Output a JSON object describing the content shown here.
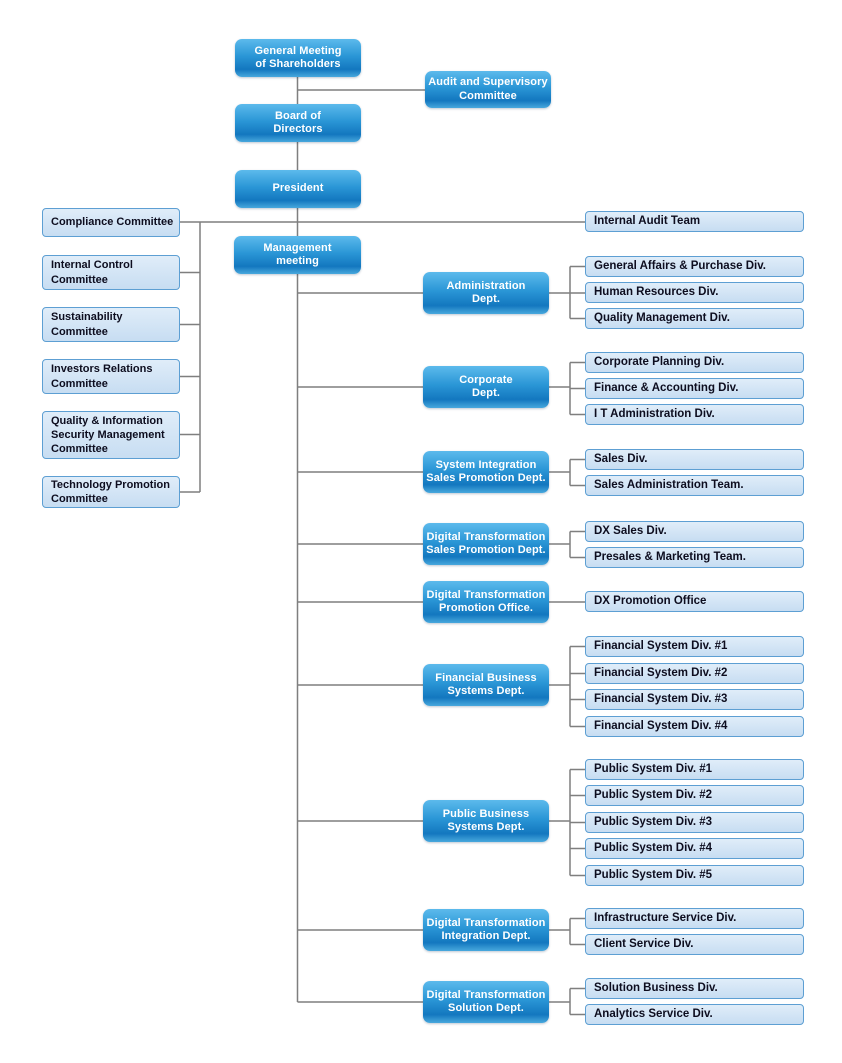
{
  "org": {
    "general_meeting": "General Meeting\nof Shareholders",
    "audit_supervisory_committee": "Audit and Supervisory\nCommittee",
    "board_of_directors": "Board of\nDirectors",
    "president": "President",
    "management_meeting": "Management\nmeeting",
    "internal_audit_team": "Internal Audit Team",
    "committees": [
      "Compliance Committee",
      "Internal Control\nCommittee",
      "Sustainability\nCommittee",
      "Investors Relations\nCommittee",
      "Quality & Information\nSecurity Management\nCommittee",
      "Technology Promotion\nCommittee"
    ],
    "departments": [
      {
        "label": "Administration\nDept.",
        "divisions": [
          "General Affairs & Purchase Div.",
          "Human Resources Div.",
          "Quality Management Div."
        ]
      },
      {
        "label": "Corporate\nDept.",
        "divisions": [
          "Corporate Planning Div.",
          "Finance & Accounting Div.",
          "I T Administration Div."
        ]
      },
      {
        "label": "System Integration\nSales Promotion Dept.",
        "divisions": [
          "Sales Div.",
          "Sales Administration Team."
        ]
      },
      {
        "label": "Digital Transformation\nSales Promotion Dept.",
        "divisions": [
          "DX Sales Div.",
          "Presales & Marketing Team."
        ]
      },
      {
        "label": "Digital Transformation\nPromotion Office.",
        "divisions": [
          "DX Promotion Office"
        ]
      },
      {
        "label": "Financial Business\nSystems Dept.",
        "divisions": [
          "Financial System Div. #1",
          "Financial System Div. #2",
          "Financial System Div. #3",
          "Financial System Div. #4"
        ]
      },
      {
        "label": "Public Business\nSystems Dept.",
        "divisions": [
          "Public System Div. #1",
          "Public System Div. #2",
          "Public System Div. #3",
          "Public System Div. #4",
          "Public System Div. #5"
        ]
      },
      {
        "label": "Digital Transformation\nIntegration Dept.",
        "divisions": [
          "Infrastructure Service Div.",
          "Client Service Div."
        ]
      },
      {
        "label": "Digital Transformation\nSolution Dept.",
        "divisions": [
          "Solution Business Div.",
          "Analytics Service Div."
        ]
      }
    ]
  },
  "colors": {
    "node_gradient_top": "#5cbaec",
    "node_gradient_bottom": "#1377bf",
    "node_text": "#ffffff",
    "leaf_fill": "#cfe2f4",
    "leaf_border": "#5d9fd3",
    "leaf_text": "#0d0d1f",
    "connector": "#7f7f7f"
  }
}
